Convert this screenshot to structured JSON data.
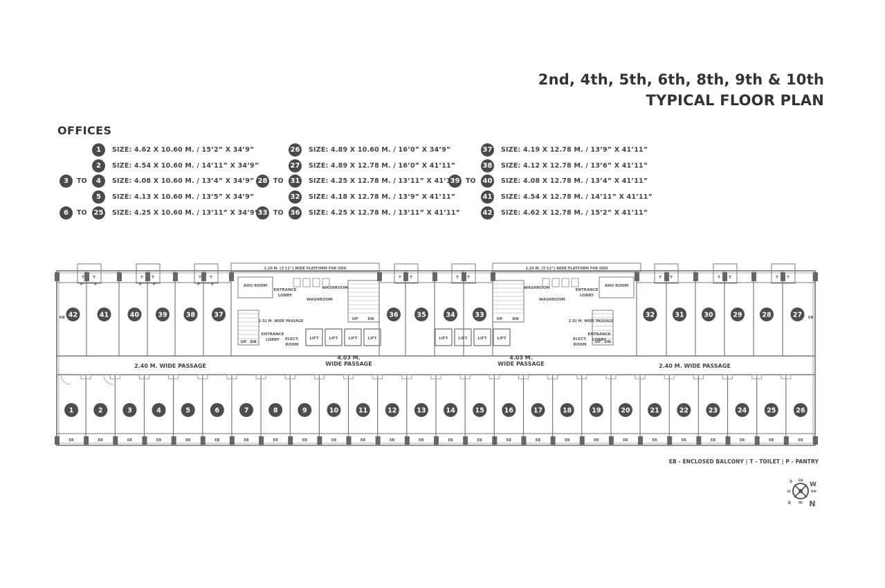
{
  "title": {
    "line1": "2nd, 4th, 5th, 6th, 8th, 9th & 10th",
    "line2": "TYPICAL FLOOR PLAN"
  },
  "offices_heading": "OFFICES",
  "legend": {
    "to_label": "TO",
    "columns": [
      [
        {
          "from": "",
          "to": "1",
          "size": "SIZE: 4.62 X 10.60 M. / 15’2” X 34’9”"
        },
        {
          "from": "",
          "to": "2",
          "size": "SIZE: 4.54 X 10.60 M. / 14’11” X 34’9”"
        },
        {
          "from": "3",
          "to": "4",
          "size": "SIZE: 4.08 X 10.60 M. / 13’4” X 34’9”"
        },
        {
          "from": "",
          "to": "5",
          "size": "SIZE: 4.13 X 10.60 M. / 13’5” X 34’9”"
        },
        {
          "from": "6",
          "to": "25",
          "size": "SIZE: 4.25 X 10.60 M. / 13’11” X 34’9”"
        }
      ],
      [
        {
          "from": "",
          "to": "26",
          "size": "SIZE: 4.89 X 10.60 M. / 16’0” X 34’9”"
        },
        {
          "from": "",
          "to": "27",
          "size": "SIZE: 4.89 X 12.78 M. / 16’0” X 41’11”"
        },
        {
          "from": "28",
          "to": "31",
          "size": "SIZE: 4.25 X 12.78 M. / 13’11” X 41’11”"
        },
        {
          "from": "",
          "to": "32",
          "size": "SIZE: 4.18 X 12.78 M. / 13’9” X 41’11”"
        },
        {
          "from": "33",
          "to": "36",
          "size": "SIZE: 4.25 X 12.78 M. / 13’11” X 41’11”"
        }
      ],
      [
        {
          "from": "",
          "to": "37",
          "size": "SIZE: 4.19 X 12.78 M. / 13’9” X 41’11”"
        },
        {
          "from": "",
          "to": "38",
          "size": "SIZE: 4.12 X 12.78 M. / 13’6” X 41’11”"
        },
        {
          "from": "39",
          "to": "40",
          "size": "SIZE: 4.08 X 12.78 M. / 13’4” X 41’11”"
        },
        {
          "from": "",
          "to": "41",
          "size": "SIZE: 4.54 X 12.78 M. / 14’11” X 41’11”"
        },
        {
          "from": "",
          "to": "42",
          "size": "SIZE: 4.62 X 12.78 M. / 15’2” X 41’11”"
        }
      ]
    ]
  },
  "plan": {
    "top_units_left": [
      "42",
      "41",
      "40",
      "39",
      "38",
      "37"
    ],
    "top_units_center": [
      "36",
      "35",
      "34",
      "33"
    ],
    "top_units_right": [
      "32",
      "31",
      "30",
      "29",
      "28",
      "27"
    ],
    "bottom_units": [
      "1",
      "2",
      "3",
      "4",
      "5",
      "6",
      "7",
      "8",
      "9",
      "10",
      "11",
      "12",
      "13",
      "14",
      "15",
      "16",
      "17",
      "18",
      "19",
      "20",
      "21",
      "22",
      "23",
      "24",
      "25",
      "26"
    ],
    "eb": "EB",
    "toilet": "T",
    "pantry": "P",
    "passage_side": "2.40 M. WIDE PASSAGE",
    "passage_center_1": "4.03 M.",
    "passage_center_2": "WIDE PASSAGE",
    "platform": "1.20 M. (3’11”) WIDE PLATFORM FOR ODU",
    "ahu_room": "AHU ROOM",
    "entrance_lobby_1": "ENTRANCE",
    "entrance_lobby_2": "LOBBY",
    "washroom": "WASHROOM",
    "passage_small": "2.52 M. WIDE PASSAGE",
    "elect_1": "ELECT.",
    "elect_2": "ROOM",
    "lift": "LIFT",
    "up": "UP",
    "dn": "DN"
  },
  "abbreviations": "EB - ENCLOSED BALCONY  |  T - TOILET  |  P - PANTRY",
  "compass": {
    "s": "S",
    "w": "W",
    "e": "E",
    "n": "N",
    "sw": "SW",
    "nw": "NW",
    "se": "SE",
    "ne": "NE"
  }
}
